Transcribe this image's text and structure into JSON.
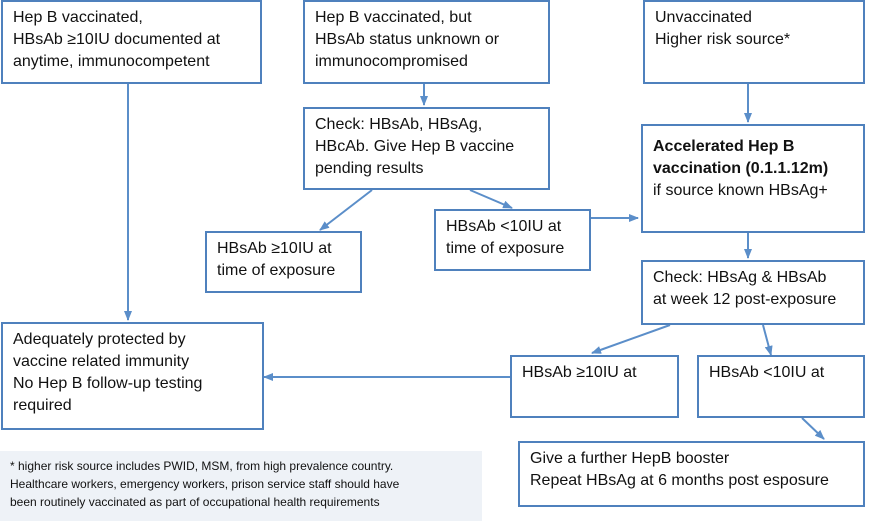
{
  "boxes": {
    "vaccinated_documented": {
      "lines": [
        "Hep B vaccinated,",
        "HBsAb ≥10IU documented at",
        "anytime, immunocompetent"
      ]
    },
    "vaccinated_unknown": {
      "lines": [
        "Hep B vaccinated, but",
        "HBsAb status unknown or",
        "immunocompromised"
      ]
    },
    "unvaccinated": {
      "lines": [
        "Unvaccinated",
        "Higher risk source*"
      ]
    },
    "check_bloods": {
      "lines": [
        "Check: HBsAb, HBsAg,",
        "HBcAb. Give Hep B vaccine",
        "pending results"
      ]
    },
    "accelerated": {
      "bold_lines": [
        "Accelerated Hep B",
        "vaccination (0.1.1.12m)"
      ],
      "lines": [
        "if source known HBsAg+"
      ]
    },
    "hbsab_high_exposure": {
      "lines": [
        "HBsAb ≥10IU at",
        "time of exposure"
      ]
    },
    "hbsab_low_exposure": {
      "lines": [
        "HBsAb <10IU at",
        "time of exposure"
      ]
    },
    "check_week12": {
      "lines": [
        "Check: HBsAg & HBsAb",
        "at week 12 post-exposure"
      ]
    },
    "protected": {
      "lines": [
        "Adequately protected by",
        "vaccine related immunity",
        "No Hep B follow-up testing",
        "required"
      ]
    },
    "hbsab_high_at": {
      "lines": [
        "HBsAb ≥10IU at"
      ]
    },
    "hbsab_low_at": {
      "lines": [
        "HBsAb <10IU at"
      ]
    },
    "booster": {
      "lines": [
        "Give a further HepB booster",
        "Repeat HBsAg at 6 months post esposure"
      ]
    }
  },
  "footnote": {
    "lines": [
      "* higher risk source includes PWID, MSM, from high prevalence country.",
      "Healthcare workers, emergency workers, prison service staff should have",
      "been routinely vaccinated as part of occupational health requirements"
    ]
  },
  "colors": {
    "border": "#4f81bd",
    "arrow": "#5b8ec9",
    "footnote_bg": "#eef2f7"
  }
}
